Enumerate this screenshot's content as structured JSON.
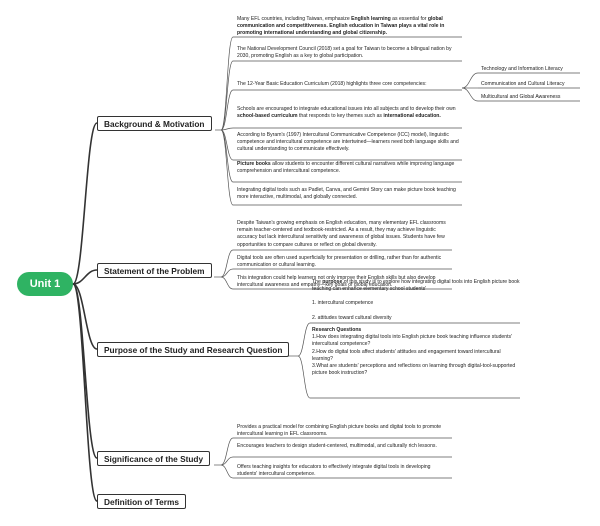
{
  "root": "Unit 1",
  "branches": {
    "background": "Background & Motivation",
    "problem": "Statement of the Problem",
    "purpose": "Purpose of the Study and Research Question",
    "significance": "Significance of the Study",
    "terms": "Definition of Terms"
  },
  "background": {
    "n1_pre": "Many EFL countries, including Taiwan, emphasize ",
    "n1_b1": "English learning",
    "n1_mid": " as essential for ",
    "n1_b2": "global communication and competitiveness. English education in Taiwan plays a vital role in promoting international understanding and global citizenship.",
    "n2": "The National Development Council (2018) set a goal for Taiwan to become a bilingual nation by 2030, promoting English as a key to global participation.",
    "n3": "The 12-Year Basic Education Curriculum (2018) highlights three core competencies:",
    "comp1": "Technology and Information Literacy",
    "comp2": "Communication and Cultural Literacy",
    "comp3": "Multicultural and Global Awareness",
    "n4_pre": "Schools are encouraged to integrate educational issues into all subjects and to develop their own ",
    "n4_b1": "school-based curriculum",
    "n4_mid": " that responds to key themes such as ",
    "n4_b2": "international education.",
    "n5": "According to Byram's (1997) Intercultural Communicative Competence (ICC) model), linguistic competence and intercultural competence are intertwined—learners need both language skills and cultural understanding to communicate effectively.",
    "n6_b": "Picture books",
    "n6_rest": " allow students to encounter different cultural narratives while improving language comprehension and intercultural competence.",
    "n7": "Integrating digital tools such as Padlet, Canva, and Gemini Story can make picture book teaching more interactive, multimodal, and globally connected."
  },
  "problem": {
    "n1": "Despite Taiwan's growing emphasis on English education, many elementary EFL classrooms remain teacher-centered and textbook-restricted. As a result, they may achieve linguistic accuracy but lack intercultural sensitivity and awareness of global issues. Students have few opportunities to compare cultures or reflect on global diversity.",
    "n2": "Digital tools are often used superficially for presentation or drilling, rather than for authentic communication or cultural learning.",
    "n3": "This integration could help learners not only improve their English skills but also develop intercultural awareness and empathy—key goals of global education."
  },
  "purpose": {
    "p_pre": "The ",
    "p_b": "purpose",
    "p_rest": " of this study is to explore how integrating digital tools into English picture book teaching can enhance elementary school students'",
    "item1": "1. intercultural competence",
    "item2": "2. attitudes toward cultural diversity",
    "rq_title": "Research Questions",
    "rq1": "1.How does integrating digital tools into English picture book teaching influence students' intercultural competence?",
    "rq2": "2.How do digital tools affect students' attitudes and engagement toward intercultural learning?",
    "rq3": "3.What are students' perceptions and reflections on learning through digital-tool-supported picture book instruction?"
  },
  "significance": {
    "n1": "Provides a practical model for combining English picture books and digital tools to promote intercultural learning in EFL classrooms.",
    "n2": "Encourages teachers to design student-centered, multimodal, and culturally rich lessons.",
    "n3": "Offers teaching insights for educators to effectively integrate digital tools in developing students' intercultural competence."
  },
  "colors": {
    "root": "#2fb363",
    "line": "#333333"
  }
}
